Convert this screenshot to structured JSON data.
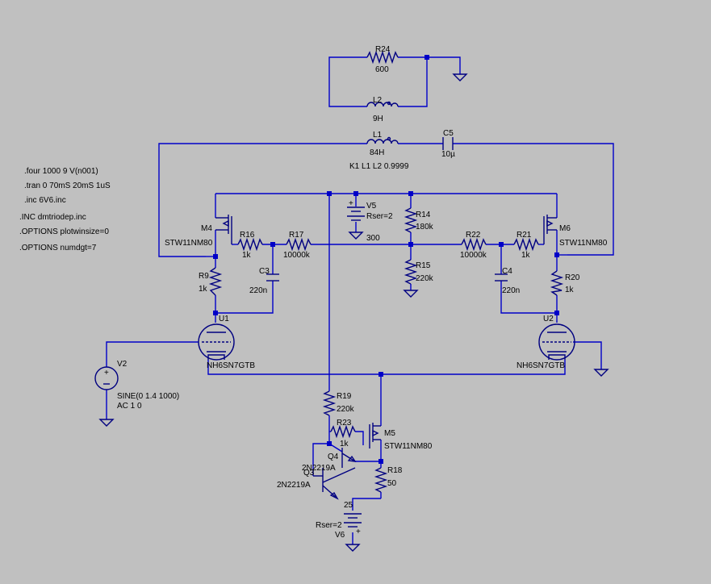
{
  "directives": [
    ".four 1000 9 V(n001)",
    ".tran 0 70mS 20mS 1uS",
    ".inc 6V6.inc",
    ".INC dmtriodep.inc",
    ".OPTIONS plotwinsize=0",
    ".OPTIONS numdgt=7"
  ],
  "coupling": "K1 L1 L2 0.9999",
  "components": {
    "r24": {
      "name": "R24",
      "value": "600"
    },
    "l2": {
      "name": "L2",
      "value": "9H"
    },
    "l1": {
      "name": "L1",
      "value": "84H"
    },
    "c5": {
      "name": "C5",
      "value": "10µ"
    },
    "v5": {
      "name": "V5",
      "value": "300",
      "param": "Rser=2"
    },
    "r14": {
      "name": "R14",
      "value": "180k"
    },
    "r15": {
      "name": "R15",
      "value": "220k"
    },
    "m4": {
      "name": "M4",
      "value": "STW11NM80"
    },
    "m6": {
      "name": "M6",
      "value": "STW11NM80"
    },
    "m5": {
      "name": "M5",
      "value": "STW11NM80"
    },
    "r16": {
      "name": "R16",
      "value": "1k"
    },
    "r17": {
      "name": "R17",
      "value": "10000k"
    },
    "r22": {
      "name": "R22",
      "value": "10000k"
    },
    "r21": {
      "name": "R21",
      "value": "1k"
    },
    "c3": {
      "name": "C3",
      "value": "220n"
    },
    "c4": {
      "name": "C4",
      "value": "220n"
    },
    "r9": {
      "name": "R9",
      "value": "1k"
    },
    "r20": {
      "name": "R20",
      "value": "1k"
    },
    "u1": {
      "name": "U1",
      "value": "NH6SN7GTB"
    },
    "u2": {
      "name": "U2",
      "value": "NH6SN7GTB"
    },
    "v2": {
      "name": "V2",
      "value": "SINE(0 1.4 1000)",
      "param": "AC 1 0"
    },
    "r19": {
      "name": "R19",
      "value": "220k"
    },
    "r23": {
      "name": "R23",
      "value": "1k"
    },
    "q4": {
      "name": "Q4",
      "value": "2N2219A"
    },
    "q3": {
      "name": "Q3",
      "value": "2N2219A"
    },
    "r18": {
      "name": "R18",
      "value": "50"
    },
    "v6": {
      "name": "V6",
      "value": "25",
      "param": "Rser=2"
    }
  }
}
